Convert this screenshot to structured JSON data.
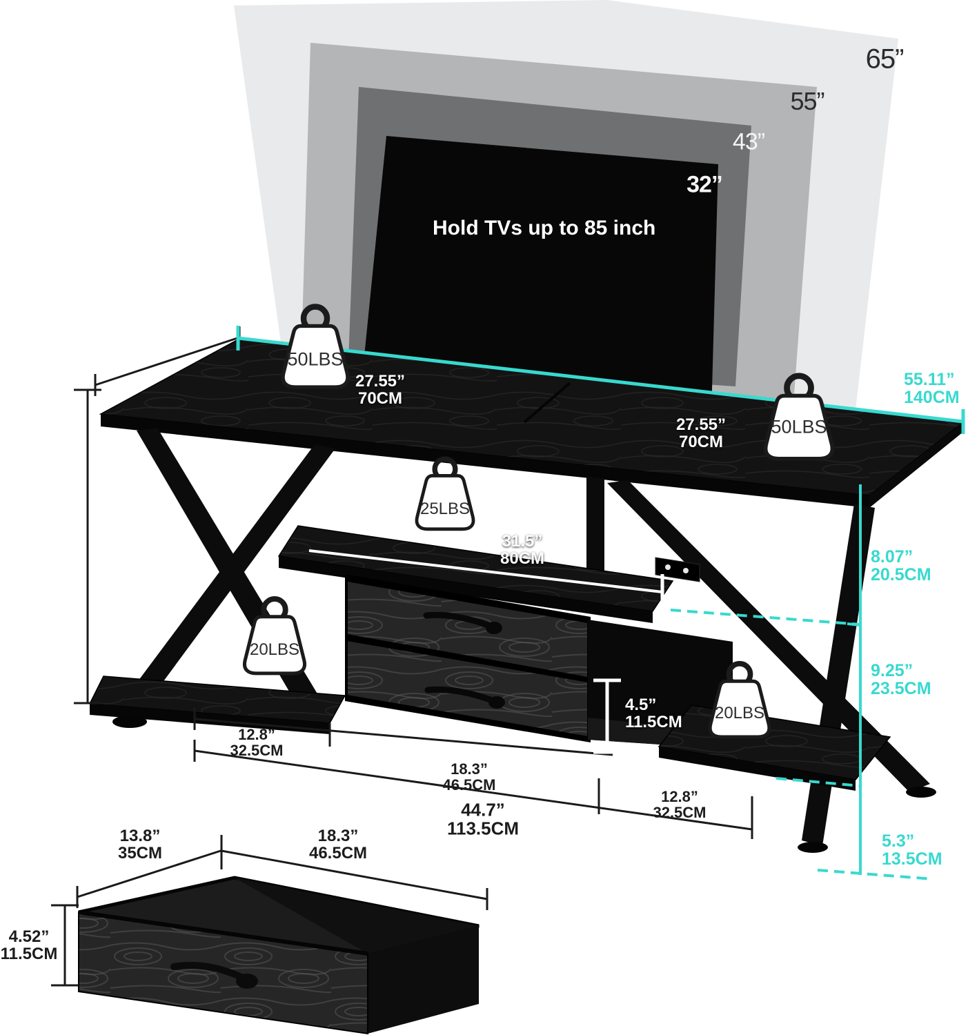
{
  "colors": {
    "accent_cyan": "#38d9cf",
    "panel_65": "#e9eaeb",
    "panel_55": "#b3b5b7",
    "panel_43": "#6e7072",
    "tv_black": "#070707",
    "label_dark": "#1c1c1c"
  },
  "tv_overlay": {
    "sizes": [
      {
        "label": "65”"
      },
      {
        "label": "55”"
      },
      {
        "label": "43”"
      },
      {
        "label": "32”"
      }
    ],
    "hold_text": "Hold TVs up to 85 inch"
  },
  "weight_capacities": {
    "top_left": "50LBS",
    "top_right": "50LBS",
    "middle_shelf": "25LBS",
    "bottom_left": "20LBS",
    "bottom_right": "20LBS"
  },
  "stand_dimensions": {
    "total_width": {
      "in": "55.11”",
      "cm": "140CM"
    },
    "top_left_half": {
      "in": "27.55”",
      "cm": "70CM"
    },
    "top_right_half": {
      "in": "27.55”",
      "cm": "70CM"
    },
    "middle_shelf": {
      "in": "31.5”",
      "cm": "80CM"
    },
    "top_to_middle_shelf": {
      "in": "8.07”",
      "cm": "20.5CM"
    },
    "middle_to_bottom_shelf": {
      "in": "9.25”",
      "cm": "23.5CM"
    },
    "ground_clearance": {
      "in": "5.3”",
      "cm": "13.5CM"
    },
    "open_compartment_height": {
      "in": "4.5”",
      "cm": "11.5CM"
    },
    "base_left": {
      "in": "12.8”",
      "cm": "32.5CM"
    },
    "base_middle": {
      "in": "18.3”",
      "cm": "46.5CM"
    },
    "base_right": {
      "in": "12.8”",
      "cm": "32.5CM"
    },
    "base_total": {
      "in": "44.7”",
      "cm": "113.5CM"
    }
  },
  "drawer_dimensions": {
    "depth": {
      "in": "13.8”",
      "cm": "35CM"
    },
    "width": {
      "in": "18.3”",
      "cm": "46.5CM"
    },
    "height": {
      "in": "4.52”",
      "cm": "11.5CM"
    }
  }
}
